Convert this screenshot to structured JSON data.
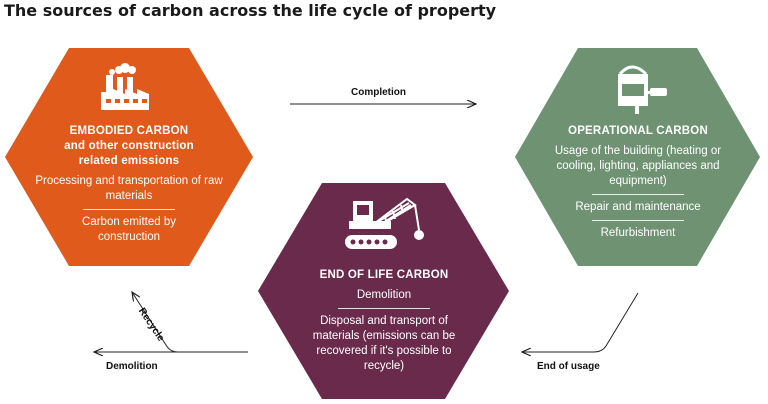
{
  "title": "The sources of carbon across the life cycle of property",
  "colors": {
    "embodied": "#E05A1B",
    "operational": "#6E9272",
    "end_of_life": "#6A2A4C",
    "line": "#222222"
  },
  "embodied": {
    "heading_1": "EMBODIED CARBON",
    "heading_2": "and other construction",
    "heading_3": "related emissions",
    "item_1": "Processing and transportation of raw materials",
    "item_2": "Carbon emitted by construction",
    "icon": "factory-icon"
  },
  "operational": {
    "heading": "OPERATIONAL CARBON",
    "item_1": "Usage of the building (heating or cooling, lighting, appliances and equipment)",
    "item_2": "Repair and maintenance",
    "item_3": "Refurbishment",
    "icon": "paint-bucket-roller-icon"
  },
  "end_of_life": {
    "heading": "END OF LIFE CARBON",
    "item_1": "Demolition",
    "item_2": "Disposal and transport of materials (emissions can be recovered if it's possible to recycle)",
    "icon": "crane-wrecking-ball-icon"
  },
  "arrows": {
    "completion": "Completion",
    "end_of_usage": "End of usage",
    "demolition": "Demolition",
    "recycle": "Recycle"
  }
}
